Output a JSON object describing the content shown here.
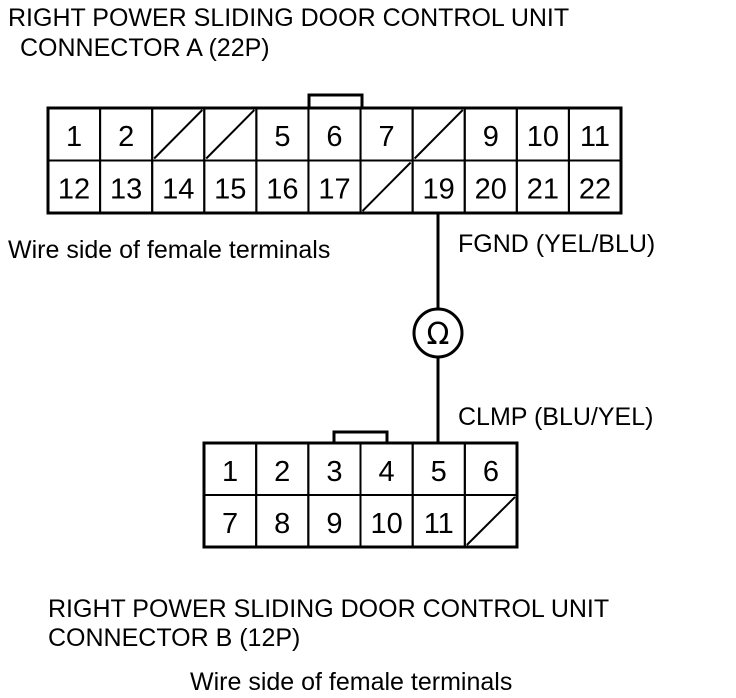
{
  "connector_a": {
    "title_line1": "RIGHT POWER SLIDING DOOR CONTROL UNIT",
    "title_line2": "CONNECTOR A (22P)",
    "side_label": "Wire side of female terminals",
    "row1": [
      "1",
      "2",
      "",
      "",
      "5",
      "6",
      "7",
      "",
      "9",
      "10",
      "11"
    ],
    "row2": [
      "12",
      "13",
      "14",
      "15",
      "16",
      "17",
      "",
      "19",
      "20",
      "21",
      "22"
    ]
  },
  "connector_b": {
    "title_line1": "RIGHT POWER SLIDING DOOR CONTROL UNIT",
    "title_line2": "CONNECTOR B (12P)",
    "side_label": "Wire side of female terminals",
    "row1": [
      "1",
      "2",
      "3",
      "4",
      "5",
      "6"
    ],
    "row2": [
      "7",
      "8",
      "9",
      "10",
      "11",
      ""
    ]
  },
  "wire_top_label": "FGND (YEL/BLU)",
  "wire_bottom_label": "CLMP (BLU/YEL)",
  "meter_symbol": "Ω",
  "meter_icon": "ohmmeter-icon"
}
